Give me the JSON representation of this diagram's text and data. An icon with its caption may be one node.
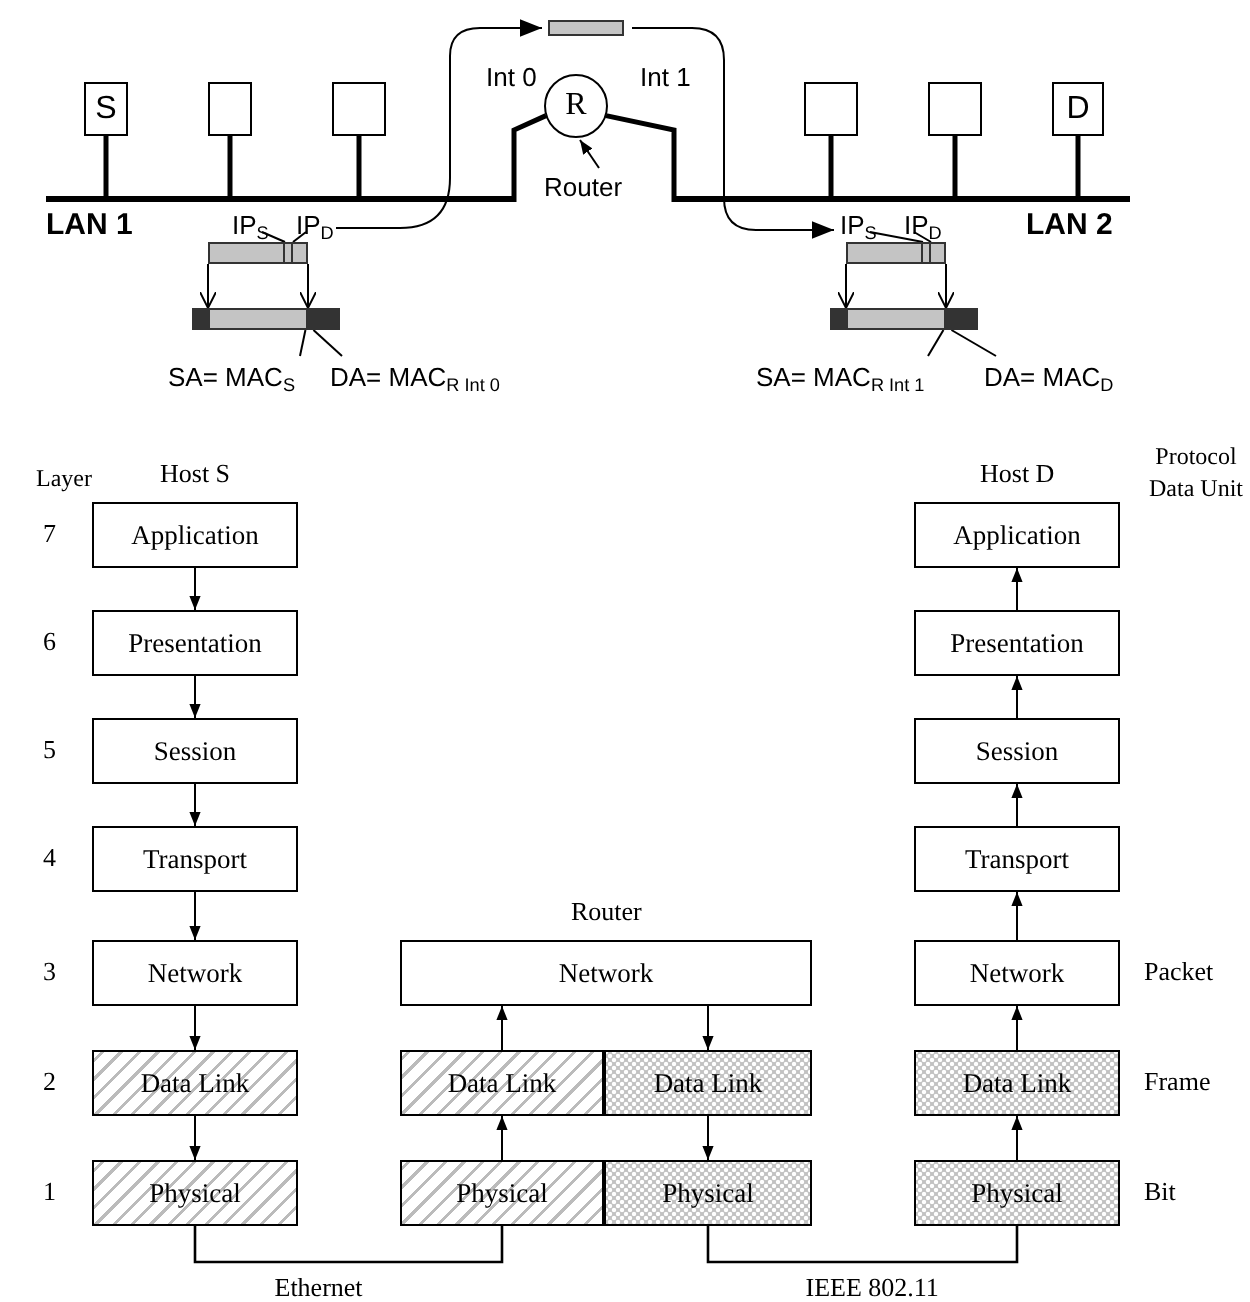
{
  "diagram": {
    "nodes": [
      {
        "text": [
          "S"
        ]
      },
      {
        "text": [],
        "shape": "box"
      },
      {
        "text": [],
        "shape": "box"
      },
      {
        "text": [
          "R"
        ]
      },
      {
        "text": [
          "Router"
        ]
      },
      {
        "text": [],
        "shape": "box"
      },
      {
        "text": [],
        "shape": "box"
      },
      {
        "text": [
          "D"
        ]
      },
      {
        "text": [
          "IP$_{S}$"
        ]
      },
      {
        "text": [
          "IP$_{D}$"
        ]
      },
      {
        "text": [],
        "shape": "bar"
      },
      {
        "text": [],
        "shape": "bar"
      },
      {
        "text": [
          "SA= MAC$_{S}$"
        ]
      },
      {
        "text": [
          "DA= MAC$_{R Int 0}$"
        ]
      },
      {
        "text": [],
        "shape": "bar"
      },
      {
        "text": [
          "IP$_{S}$"
        ]
      },
      {
        "text": [
          "IP$_{D}$"
        ]
      },
      {
        "text": [],
        "shape": "bar"
      },
      {
        "text": [],
        "shape": "bar"
      },
      {
        "text": [
          "SA= MAC$_{R Int 1}$"
        ]
      },
      {
        "text": [
          "DA= MAC$_{D}$"
        ]
      },
      {
        "text": [
          "Application"
        ],
        "beside": [
          "Host S"
        ]
      },
      {
        "text": [
          "Presentation"
        ]
      },
      {
        "text": [
          "Session"
        ]
      },
      {
        "text": [
          "Transport"
        ]
      },
      {
        "text": [
          "Network"
        ]
      },
      {
        "text": [
          "Data Link"
        ]
      },
      {
        "text": [
          "Physical"
        ]
      },
      {
        "text": [
          "Network"
        ],
        "beside": [
          "Router"
        ]
      },
      {
        "text": [
          "Data Link"
        ]
      },
      {
        "text": [
          "Data Link"
        ]
      },
      {
        "text": [
          "Physical"
        ]
      },
      {
        "text": [
          "Physical"
        ]
      },
      {
        "text": [
          "Application"
        ],
        "beside": [
          "Host D"
        ]
      },
      {
        "text": [
          "Presentation"
        ]
      },
      {
        "text": [
          "Session"
        ]
      },
      {
        "text": [
          "Transport"
        ]
      },
      {
        "text": [
          "Network"
        ]
      },
      {
        "text": [
          "Data Link"
        ]
      },
      {
        "text": [
          "Physical"
        ]
      },
      {
        "text": [],
        "shape": "bar"
      },
      {
        "text": [],
        "shape": "bar"
      }
    ],
    "edges": [
      {
        "from": 4,
        "to": 3,
        "arrow": "to"
      },
      {
        "from": 9,
        "to": 14,
        "arrow": "to"
      },
      {
        "from": 14,
        "to": 17,
        "arrow": "to"
      },
      {
        "from": 10,
        "to": 11,
        "arrow": "to"
      },
      {
        "from": 10,
        "to": 11,
        "arrow": "to"
      },
      {
        "from": 17,
        "to": 18,
        "arrow": "to"
      },
      {
        "from": 17,
        "to": 18,
        "arrow": "to"
      },
      {
        "from": 8,
        "to": 10,
        "arrow": "none"
      },
      {
        "from": 9,
        "to": 10,
        "arrow": "none"
      },
      {
        "from": 12,
        "to": 11,
        "arrow": "none"
      },
      {
        "from": 13,
        "to": 11,
        "arrow": "none"
      },
      {
        "from": 15,
        "to": 17,
        "arrow": "none"
      },
      {
        "from": 16,
        "to": 17,
        "arrow": "none"
      },
      {
        "from": 19,
        "to": 18,
        "arrow": "none"
      },
      {
        "from": 20,
        "to": 18,
        "arrow": "none"
      },
      {
        "from": 21,
        "to": 22,
        "arrow": "to"
      },
      {
        "from": 22,
        "to": 23,
        "arrow": "to"
      },
      {
        "from": 23,
        "to": 24,
        "arrow": "to"
      },
      {
        "from": 24,
        "to": 25,
        "arrow": "to"
      },
      {
        "from": 25,
        "to": 26,
        "arrow": "to"
      },
      {
        "from": 26,
        "to": 27,
        "arrow": "to"
      },
      {
        "from": 27,
        "to": 31,
        "arrow": "none",
        "label": "Ethernet"
      },
      {
        "from": 31,
        "to": 29,
        "arrow": "to"
      },
      {
        "from": 29,
        "to": 28,
        "arrow": "to"
      },
      {
        "from": 28,
        "to": 30,
        "arrow": "to"
      },
      {
        "from": 30,
        "to": 32,
        "arrow": "to"
      },
      {
        "from": 32,
        "to": 39,
        "arrow": "none",
        "label": "IEEE 802.11"
      },
      {
        "from": 39,
        "to": 38,
        "arrow": "to"
      },
      {
        "from": 38,
        "to": 37,
        "arrow": "to"
      },
      {
        "from": 37,
        "to": 36,
        "arrow": "to"
      },
      {
        "from": 36,
        "to": 35,
        "arrow": "to"
      },
      {
        "from": 35,
        "to": 34,
        "arrow": "to"
      },
      {
        "from": 34,
        "to": 33,
        "arrow": "to"
      },
      {
        "from": 0,
        "to": 40,
        "arrow": "none",
        "style": "thick"
      },
      {
        "from": 1,
        "to": 40,
        "arrow": "none",
        "style": "thick"
      },
      {
        "from": 2,
        "to": 40,
        "arrow": "none",
        "style": "thick"
      },
      {
        "from": 40,
        "to": 3,
        "arrow": "none",
        "style": "thick"
      },
      {
        "from": 3,
        "to": 41,
        "arrow": "none",
        "style": "thick"
      },
      {
        "from": 5,
        "to": 41,
        "arrow": "none",
        "style": "thick"
      },
      {
        "from": 6,
        "to": 41,
        "arrow": "none",
        "style": "thick"
      },
      {
        "from": 7,
        "to": 41,
        "arrow": "none",
        "style": "thick"
      }
    ],
    "labels": [
      "Int 0",
      "Int 1",
      "LAN 1",
      "LAN 2",
      "Layer",
      "Protocol Data Unit",
      "7",
      "6",
      "5",
      "4",
      "3",
      "Packet",
      "2",
      "Frame",
      "1",
      "Bit"
    ]
  }
}
